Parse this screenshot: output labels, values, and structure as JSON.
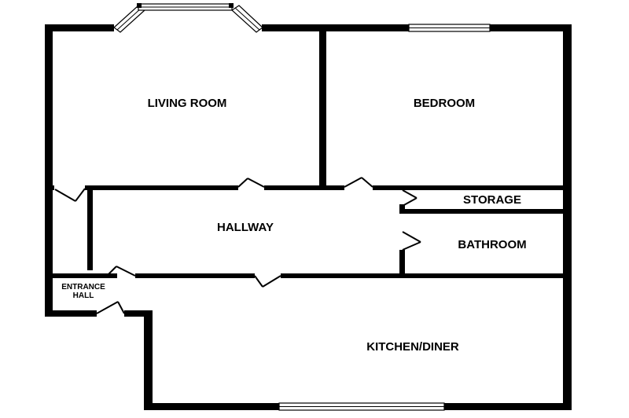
{
  "plan": {
    "rooms": {
      "living_room": "LIVING ROOM",
      "bedroom": "BEDROOM",
      "storage": "STORAGE",
      "hallway": "HALLWAY",
      "bathroom": "BATHROOM",
      "entrance_hall_line1": "ENTRANCE",
      "entrance_hall_line2": "HALL",
      "kitchen_diner": "KITCHEN/DINER"
    }
  }
}
